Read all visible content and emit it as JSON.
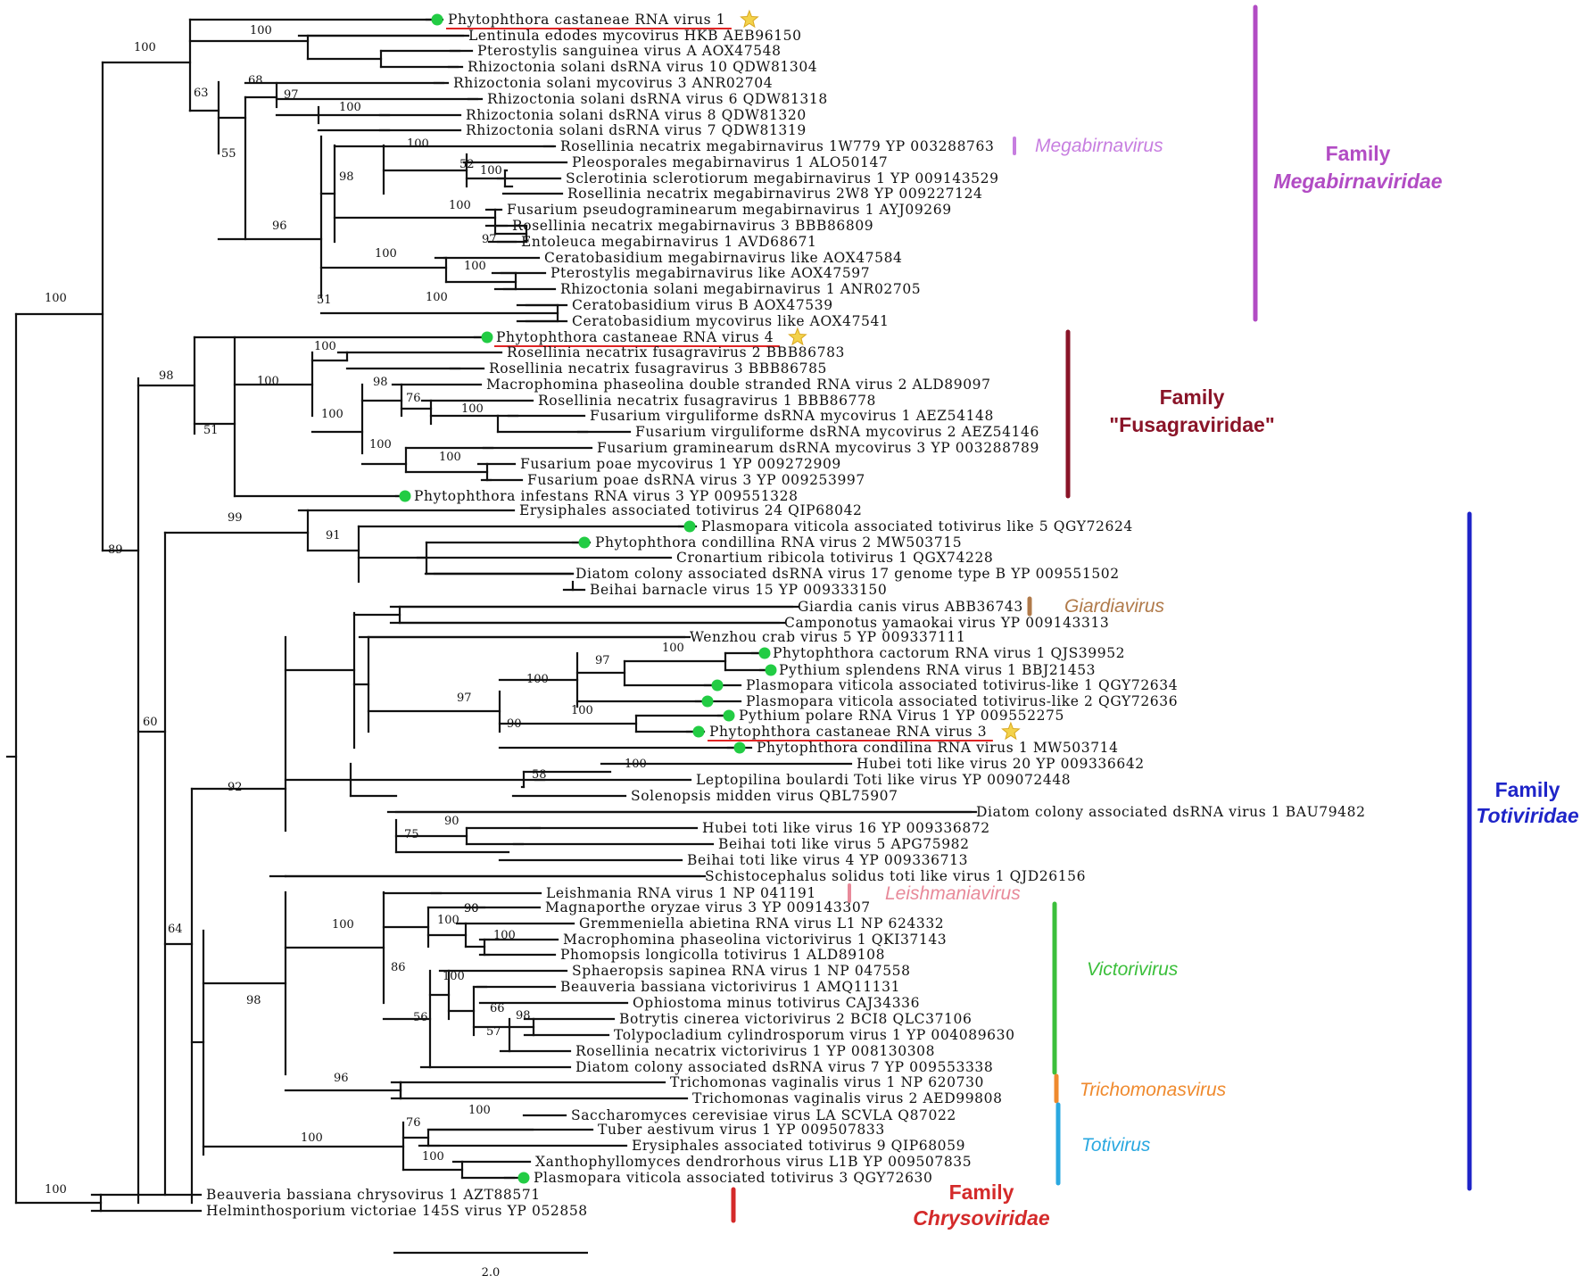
{
  "colors": {
    "megabirna": "#b24cc4",
    "megabirna_genus": "#c77ee0",
    "fusagra": "#8a1428",
    "toti": "#1e24c8",
    "giardia": "#b07a4a",
    "leish": "#e88a9a",
    "victori": "#3bbf3b",
    "trichomonas": "#ef8a2e",
    "totivirus": "#2aa8e0",
    "chryso": "#d42a2a",
    "underline": "#e02424",
    "green_dot": "#22cc44",
    "star": "#f3d24a"
  },
  "leaves": [
    {
      "id": "L0",
      "label": "Phytophthora castaneae RNA virus 1",
      "mark": "star"
    },
    {
      "id": "L1",
      "label": "Lentinula edodes mycovirus HKB AEB96150"
    },
    {
      "id": "L2",
      "label": "Pterostylis sanguinea virus A AOX47548"
    },
    {
      "id": "L3",
      "label": "Rhizoctonia solani dsRNA virus 10 QDW81304"
    },
    {
      "id": "L4",
      "label": "Rhizoctonia solani mycovirus 3 ANR02704"
    },
    {
      "id": "L5",
      "label": "Rhizoctonia solani dsRNA virus 6 QDW81318"
    },
    {
      "id": "L6",
      "label": "Rhizoctonia solani dsRNA virus 8 QDW81320"
    },
    {
      "id": "L7",
      "label": "Rhizoctonia solani dsRNA virus 7 QDW81319"
    },
    {
      "id": "L8",
      "label": "Rosellinia necatrix megabirnavirus 1W779 YP 003288763"
    },
    {
      "id": "L9",
      "label": "Pleosporales megabirnavirus 1 ALO50147"
    },
    {
      "id": "L10",
      "label": "Sclerotinia sclerotiorum megabirnavirus 1 YP 009143529"
    },
    {
      "id": "L11",
      "label": "Rosellinia necatrix megabirnavirus 2W8 YP 009227124"
    },
    {
      "id": "L12",
      "label": "Fusarium pseudograminearum megabirnavirus 1 AYJ09269"
    },
    {
      "id": "L13",
      "label": "Rosellinia necatrix megabirnavirus 3 BBB86809"
    },
    {
      "id": "L14",
      "label": "Entoleuca megabirnavirus 1 AVD68671"
    },
    {
      "id": "L15",
      "label": "Ceratobasidium megabirnavirus like AOX47584"
    },
    {
      "id": "L16",
      "label": "Pterostylis megabirnavirus like AOX47597"
    },
    {
      "id": "L17",
      "label": "Rhizoctonia solani megabirnavirus 1 ANR02705"
    },
    {
      "id": "L18",
      "label": "Ceratobasidium virus B AOX47539"
    },
    {
      "id": "L19",
      "label": "Ceratobasidium mycovirus like AOX47541"
    },
    {
      "id": "L20",
      "label": "Phytophthora castaneae RNA virus 4",
      "mark": "star"
    },
    {
      "id": "L21",
      "label": "Rosellinia necatrix fusagravirus 2 BBB86783"
    },
    {
      "id": "L22",
      "label": "Rosellinia necatrix fusagravirus 3 BBB86785"
    },
    {
      "id": "L23",
      "label": "Macrophomina phaseolina double stranded RNA virus 2 ALD89097"
    },
    {
      "id": "L24",
      "label": "Rosellinia necatrix fusagravirus 1 BBB86778"
    },
    {
      "id": "L25",
      "label": "Fusarium virguliforme dsRNA mycovirus 1 AEZ54148"
    },
    {
      "id": "L26",
      "label": "Fusarium virguliforme dsRNA mycovirus 2 AEZ54146"
    },
    {
      "id": "L27",
      "label": "Fusarium graminearum dsRNA mycovirus 3 YP 003288789"
    },
    {
      "id": "L28",
      "label": "Fusarium poae mycovirus 1 YP 009272909"
    },
    {
      "id": "L29",
      "label": "Fusarium poae dsRNA virus 3 YP 009253997"
    },
    {
      "id": "L30",
      "label": "Phytophthora infestans RNA virus 3 YP 009551328"
    },
    {
      "id": "L31",
      "label": "Erysiphales associated totivirus 24 QIP68042"
    },
    {
      "id": "L32",
      "label": "Plasmopara viticola associated totivirus like 5 QGY72624"
    },
    {
      "id": "L33",
      "label": "Phytophthora condillina RNA virus 2 MW503715"
    },
    {
      "id": "L34",
      "label": "Cronartium ribicola totivirus 1 QGX74228"
    },
    {
      "id": "L35",
      "label": "Diatom colony associated dsRNA virus 17 genome type B YP 009551502"
    },
    {
      "id": "L36",
      "label": "Beihai barnacle virus 15 YP 009333150"
    },
    {
      "id": "L37",
      "label": "Giardia canis virus ABB36743"
    },
    {
      "id": "L38",
      "label": "Camponotus yamaokai virus YP 009143313"
    },
    {
      "id": "L39",
      "label": "Wenzhou crab virus 5 YP 009337111"
    },
    {
      "id": "L40",
      "label": "Phytophthora cactorum RNA virus 1 QJS39952"
    },
    {
      "id": "L41",
      "label": "Pythium splendens RNA virus 1 BBJ21453"
    },
    {
      "id": "L42",
      "label": "Plasmopara viticola associated totivirus-like 1 QGY72634"
    },
    {
      "id": "L43",
      "label": "Plasmopara viticola associated totivirus-like 2 QGY72636"
    },
    {
      "id": "L44",
      "label": "Pythium polare RNA Virus 1 YP 009552275"
    },
    {
      "id": "L45",
      "label": "Phytophthora castaneae RNA virus 3",
      "mark": "star"
    },
    {
      "id": "L46",
      "label": "Phytophthora condilina RNA virus 1 MW503714"
    },
    {
      "id": "L47",
      "label": "Hubei toti like virus 20 YP 009336642"
    },
    {
      "id": "L48",
      "label": "Leptopilina boulardi Toti like virus YP 009072448"
    },
    {
      "id": "L49",
      "label": "Solenopsis midden virus QBL75907"
    },
    {
      "id": "L50",
      "label": "Diatom colony associated dsRNA virus 1 BAU79482"
    },
    {
      "id": "L51",
      "label": "Hubei toti like virus 16 YP 009336872"
    },
    {
      "id": "L52",
      "label": "Beihai toti like virus 5 APG75982"
    },
    {
      "id": "L53",
      "label": "Beihai toti like virus 4 YP 009336713"
    },
    {
      "id": "L54",
      "label": "Schistocephalus solidus toti like virus 1 QJD26156"
    },
    {
      "id": "L55",
      "label": "Leishmania RNA virus 1 NP 041191"
    },
    {
      "id": "L56",
      "label": "Magnaporthe oryzae virus 3 YP 009143307"
    },
    {
      "id": "L57",
      "label": "Gremmeniella abietina RNA virus L1 NP 624332"
    },
    {
      "id": "L58",
      "label": "Macrophomina phaseolina victorivirus 1 QKI37143"
    },
    {
      "id": "L59",
      "label": "Phomopsis longicolla totivirus 1 ALD89108"
    },
    {
      "id": "L60",
      "label": "Sphaeropsis sapinea RNA virus 1 NP 047558"
    },
    {
      "id": "L61",
      "label": "Beauveria bassiana victorivirus 1 AMQ11131"
    },
    {
      "id": "L62",
      "label": "Ophiostoma minus totivirus CAJ34336"
    },
    {
      "id": "L63",
      "label": "Botrytis cinerea victorivirus 2 BCI8 QLC37106"
    },
    {
      "id": "L64",
      "label": "Tolypocladium cylindrosporum virus 1 YP 004089630"
    },
    {
      "id": "L65",
      "label": "Rosellinia necatrix victorivirus 1 YP 008130308"
    },
    {
      "id": "L66",
      "label": "Diatom colony associated dsRNA virus 7 YP 009553338"
    },
    {
      "id": "L67",
      "label": "Trichomonas vaginalis virus 1 NP 620730"
    },
    {
      "id": "L68",
      "label": "Trichomonas vaginalis virus 2 AED99808"
    },
    {
      "id": "L69",
      "label": "Saccharomyces cerevisiae virus LA SCVLA Q87022"
    },
    {
      "id": "L70",
      "label": "Tuber aestivum virus 1 YP 009507833"
    },
    {
      "id": "L71",
      "label": "Erysiphales associated totivirus 9 QIP68059"
    },
    {
      "id": "L72",
      "label": "Xanthophyllomyces dendrorhous virus L1B YP 009507835"
    },
    {
      "id": "L73",
      "label": "Plasmopara viticola associated totivirus 3 QGY72630"
    },
    {
      "id": "L74",
      "label": "Beauveria bassiana chrysovirus 1 AZT88571"
    },
    {
      "id": "L75",
      "label": "Helminthosporium victoriae 145S virus YP 052858"
    }
  ],
  "supports": [
    {
      "id": "S_root_main",
      "value": "100"
    },
    {
      "id": "S_mega_fam",
      "value": "100"
    },
    {
      "id": "S_lentinula",
      "value": "100"
    },
    {
      "id": "S_63",
      "value": "63"
    },
    {
      "id": "S_55",
      "value": "55"
    },
    {
      "id": "S_68",
      "value": "68"
    },
    {
      "id": "S_97_rs",
      "value": "97"
    },
    {
      "id": "S_100_rs",
      "value": "100"
    },
    {
      "id": "S_96_mega",
      "value": "96"
    },
    {
      "id": "S_98_mega",
      "value": "98"
    },
    {
      "id": "S_100_ros",
      "value": "100"
    },
    {
      "id": "S_52",
      "value": "52"
    },
    {
      "id": "S_100_scl",
      "value": "100"
    },
    {
      "id": "S_100_fus",
      "value": "100"
    },
    {
      "id": "S_97_ento",
      "value": "97"
    },
    {
      "id": "S_51_cera",
      "value": "51"
    },
    {
      "id": "S_100_cera",
      "value": "100"
    },
    {
      "id": "S_100_pter",
      "value": "100"
    },
    {
      "id": "S_100_cerb",
      "value": "100"
    },
    {
      "id": "S_89",
      "value": "89"
    },
    {
      "id": "S_98_fusa",
      "value": "98"
    },
    {
      "id": "S_51_fusa",
      "value": "51"
    },
    {
      "id": "S_100_fusa",
      "value": "100"
    },
    {
      "id": "S_100_ros2",
      "value": "100"
    },
    {
      "id": "S_100_fusb",
      "value": "100"
    },
    {
      "id": "S_98_mac",
      "value": "98"
    },
    {
      "id": "S_76",
      "value": "76"
    },
    {
      "id": "S_100_fv",
      "value": "100"
    },
    {
      "id": "S_100_fg",
      "value": "100"
    },
    {
      "id": "S_100_fp",
      "value": "100"
    },
    {
      "id": "S_60",
      "value": "60"
    },
    {
      "id": "S_99",
      "value": "99"
    },
    {
      "id": "S_91",
      "value": "91"
    },
    {
      "id": "S_64",
      "value": "64"
    },
    {
      "id": "S_92",
      "value": "92"
    },
    {
      "id": "S_97_oo",
      "value": "97"
    },
    {
      "id": "S_100_oo",
      "value": "100"
    },
    {
      "id": "S_97_pc",
      "value": "97"
    },
    {
      "id": "S_100_pc",
      "value": "100"
    },
    {
      "id": "S_90_pp",
      "value": "90"
    },
    {
      "id": "S_100_pp",
      "value": "100"
    },
    {
      "id": "S_100_hub",
      "value": "100"
    },
    {
      "id": "S_58",
      "value": "58"
    },
    {
      "id": "S_75",
      "value": "75"
    },
    {
      "id": "S_90_hub",
      "value": "90"
    },
    {
      "id": "S_90_vic",
      "value": "90"
    },
    {
      "id": "S_98_vic",
      "value": "98"
    },
    {
      "id": "S_100_vic",
      "value": "100"
    },
    {
      "id": "S_86",
      "value": "86"
    },
    {
      "id": "S_90_mag",
      "value": "90"
    },
    {
      "id": "S_100_grem",
      "value": "100"
    },
    {
      "id": "S_100_mac2",
      "value": "100"
    },
    {
      "id": "S_100_sph",
      "value": "100"
    },
    {
      "id": "S_56",
      "value": "56"
    },
    {
      "id": "S_66",
      "value": "66"
    },
    {
      "id": "S_98_bot",
      "value": "98"
    },
    {
      "id": "S_57",
      "value": "57"
    },
    {
      "id": "S_96_tri",
      "value": "96"
    },
    {
      "id": "S_100_toti",
      "value": "100"
    },
    {
      "id": "S_76_toti",
      "value": "76"
    },
    {
      "id": "S_100_sac",
      "value": "100"
    },
    {
      "id": "S_100_xan",
      "value": "100"
    },
    {
      "id": "S_100_chryso",
      "value": "100"
    }
  ],
  "groups": [
    {
      "id": "G_mega_genus",
      "line1": "Megabirnavirus",
      "color_key": "megabirna_genus"
    },
    {
      "id": "G_mega_fam",
      "line1": "Family",
      "line2": "Megabirnaviridae",
      "color_key": "megabirna"
    },
    {
      "id": "G_fusa",
      "line1": "Family",
      "line2": "\"Fusagraviridae\"",
      "color_key": "fusagra"
    },
    {
      "id": "G_giardia",
      "line1": "Giardiavirus",
      "color_key": "giardia"
    },
    {
      "id": "G_toti_fam",
      "line1": "Family",
      "line2": "Totiviridae",
      "color_key": "toti"
    },
    {
      "id": "G_leish",
      "line1": "Leishmaniavirus",
      "color_key": "leish"
    },
    {
      "id": "G_victori",
      "line1": "Victorivirus",
      "color_key": "victori"
    },
    {
      "id": "G_trich",
      "line1": "Trichomonasvirus",
      "color_key": "trichomonas"
    },
    {
      "id": "G_totivirus",
      "line1": "Totivirus",
      "color_key": "totivirus"
    },
    {
      "id": "G_chryso",
      "line1": "Family",
      "line2": "Chrysoviridae",
      "color_key": "chryso"
    }
  ],
  "scale_bar": {
    "label": "2.0"
  }
}
